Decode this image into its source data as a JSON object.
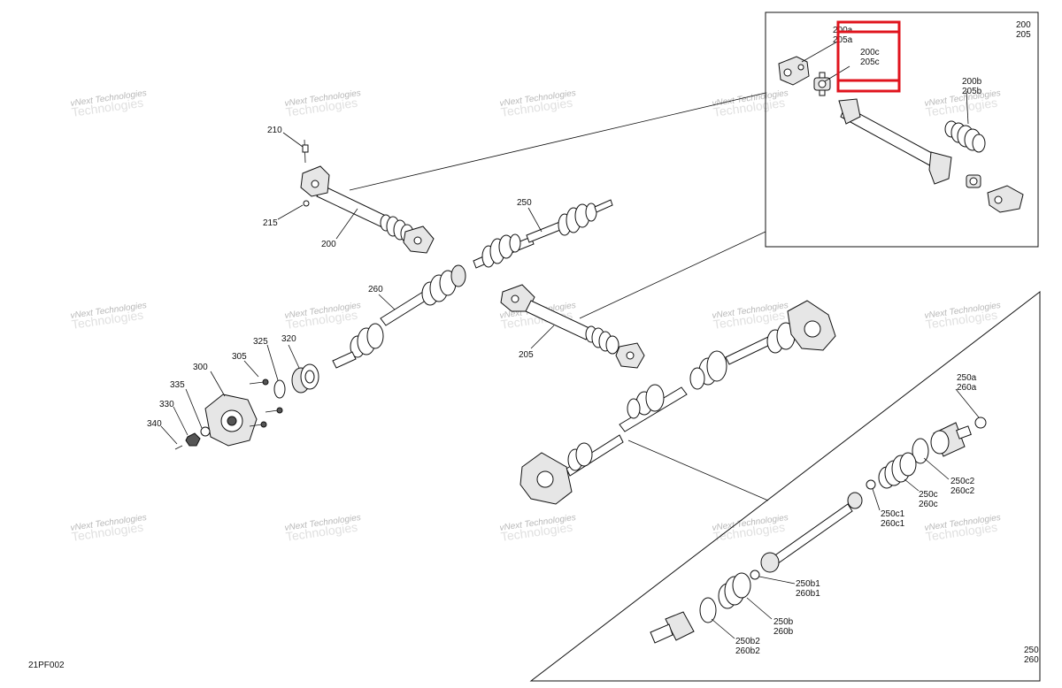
{
  "diagram_code": "21PF002",
  "watermark_text": "vNext Technologies",
  "callouts": {
    "c210": "210",
    "c215": "215",
    "c200": "200",
    "c250": "250",
    "c260": "260",
    "c205": "205",
    "c325": "325",
    "c320": "320",
    "c305": "305",
    "c300": "300",
    "c335": "335",
    "c330": "330",
    "c340": "340"
  },
  "inset_top": {
    "ref_a": "200",
    "ref_b": "205",
    "c200a": "200a",
    "c205a": "205a",
    "c200c": "200c",
    "c205c": "205c",
    "c200b": "200b",
    "c205b": "205b"
  },
  "inset_bottom": {
    "ref_a": "250",
    "ref_b": "260",
    "c250a": "250a",
    "c260a": "260a",
    "c250c2": "250c2",
    "c260c2": "260c2",
    "c250c": "250c",
    "c260c": "260c",
    "c250c1": "250c1",
    "c260c1": "260c1",
    "c250b1": "250b1",
    "c260b1": "260b1",
    "c250b": "250b",
    "c260b": "260b",
    "c250b2": "250b2",
    "c260b2": "260b2"
  },
  "highlight_color": "#e0141e"
}
